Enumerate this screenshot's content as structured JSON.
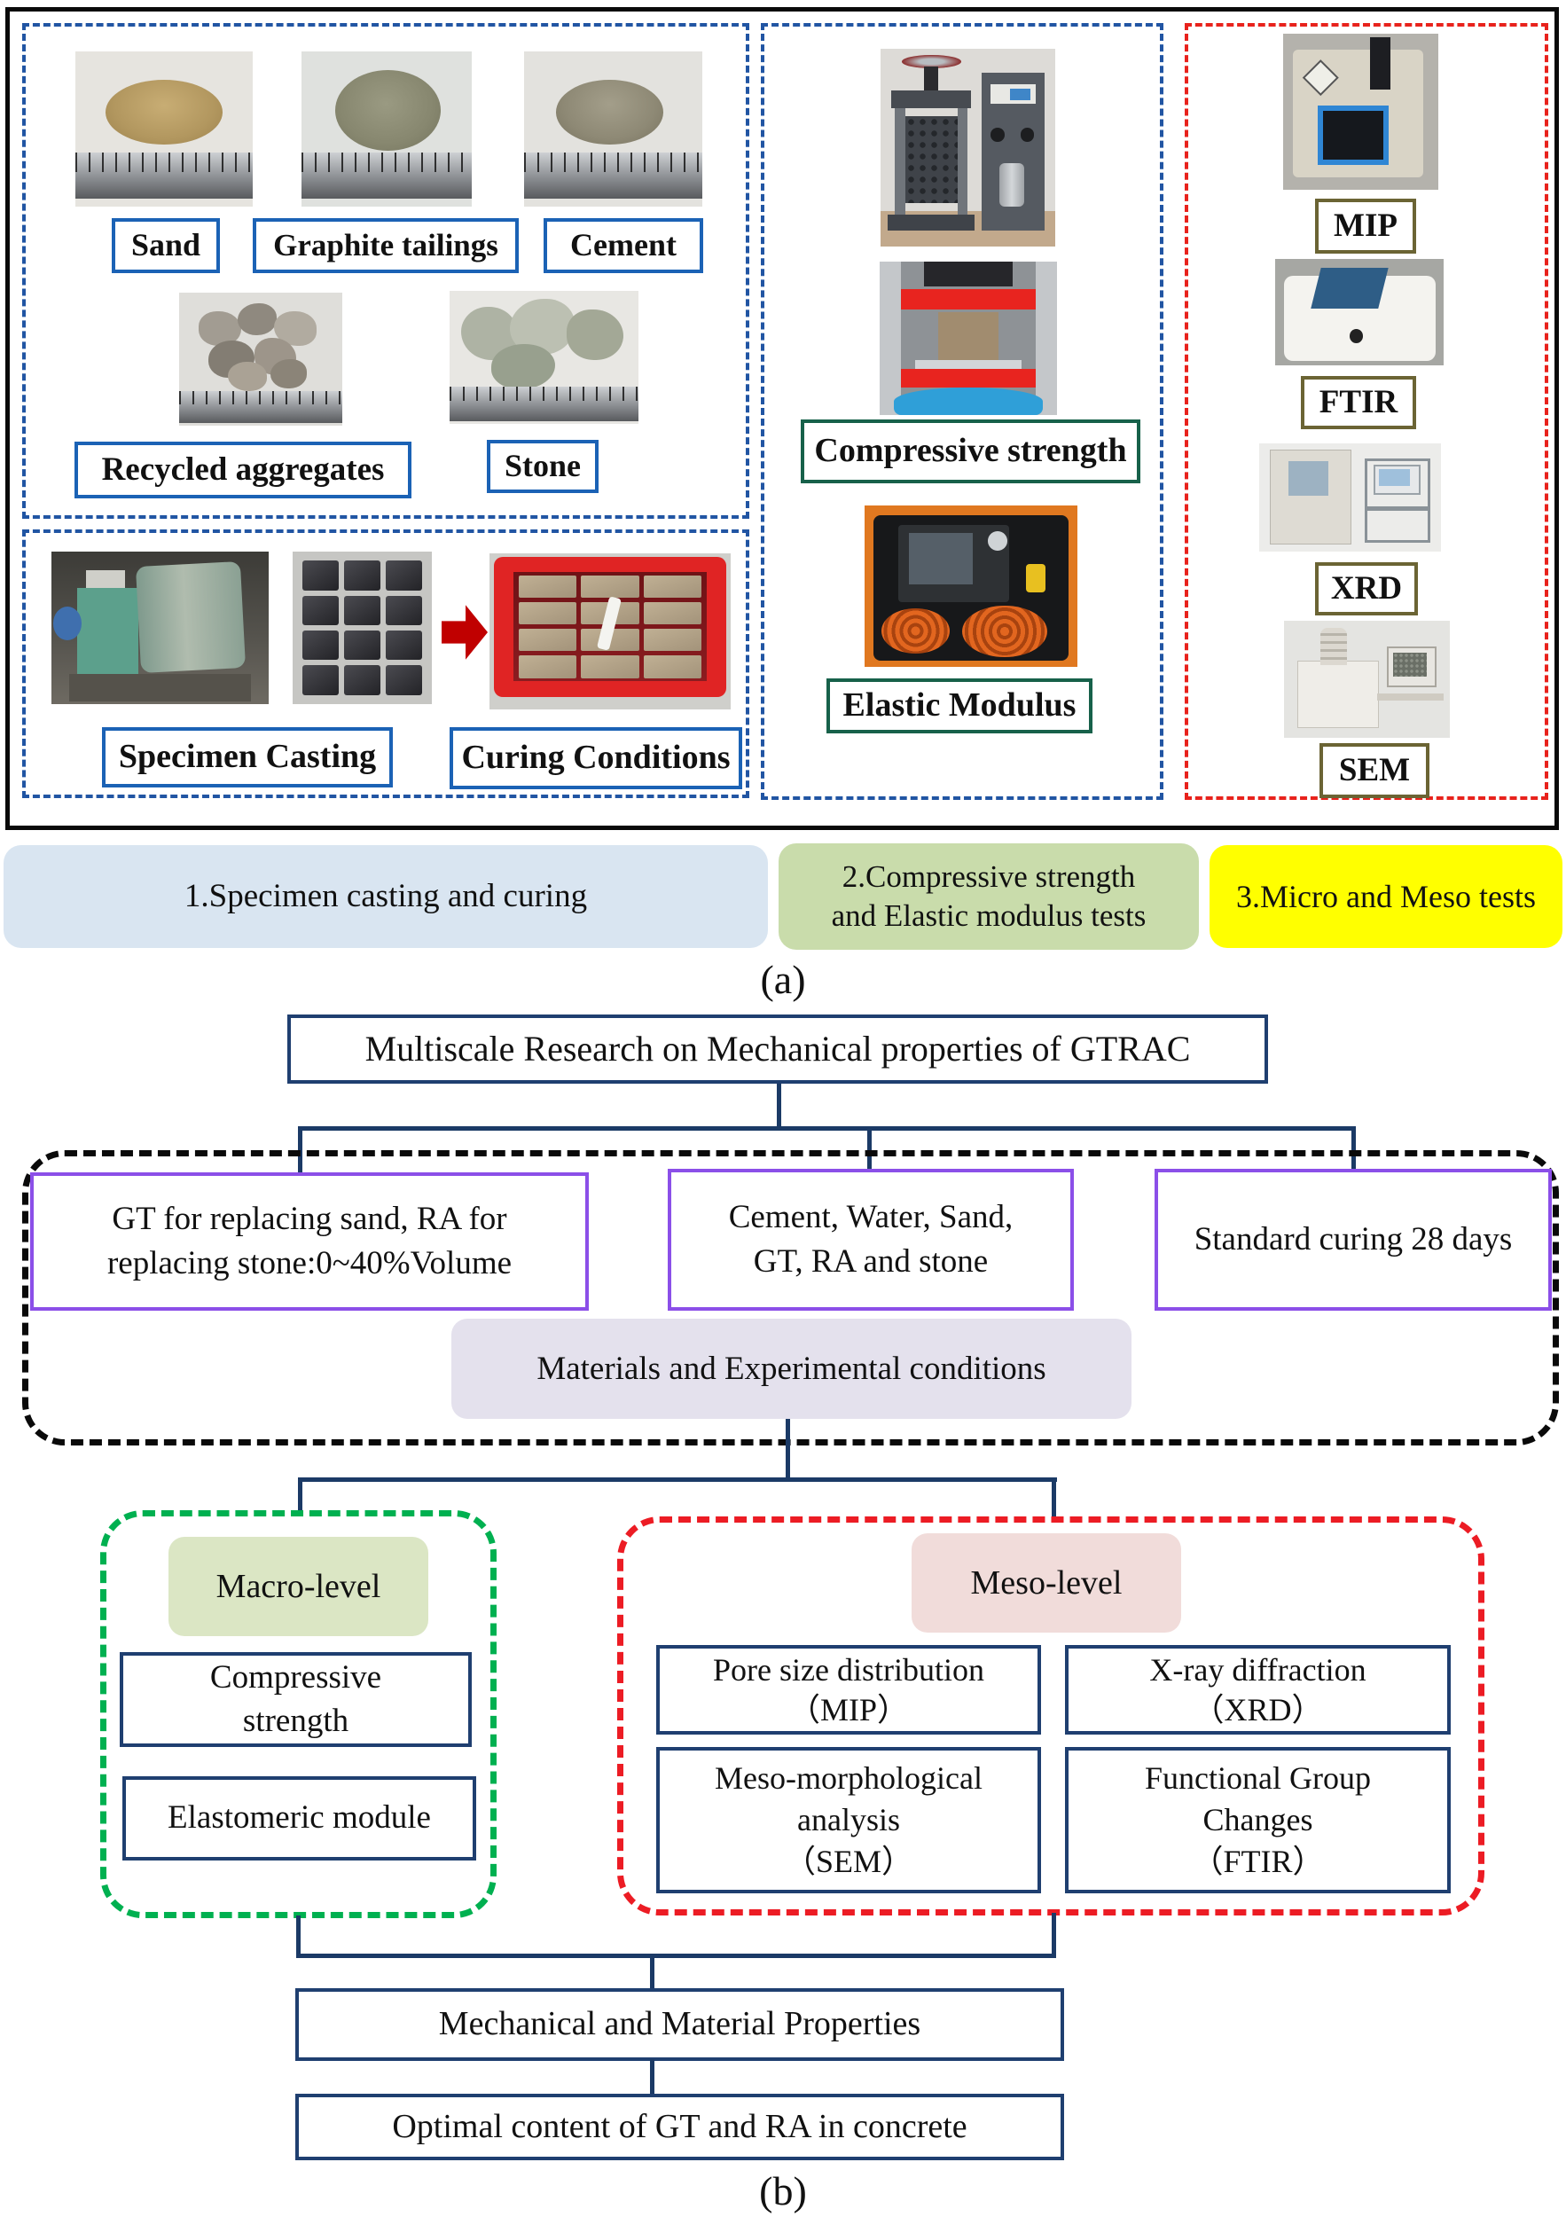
{
  "panel_a": {
    "caption": "(a)",
    "materials": {
      "sand": "Sand",
      "graphite": "Graphite tailings",
      "cement": "Cement",
      "recycled": "Recycled aggregates",
      "stone": "Stone"
    },
    "casting": {
      "specimen": "Specimen Casting",
      "curing": "Curing Conditions"
    },
    "tests": {
      "compressive": "Compressive strength",
      "elastic": "Elastic Modulus"
    },
    "micro": {
      "mip": "MIP",
      "ftir": "FTIR",
      "xrd": "XRD",
      "sem": "SEM"
    },
    "banners": {
      "step1": "1.Specimen casting and curing",
      "step2_line1": "2.Compressive strength",
      "step2_line2": "and Elastic modulus tests",
      "step3": "3.Micro and Meso tests"
    }
  },
  "panel_b": {
    "caption": "(b)",
    "title": "Multiscale Research on Mechanical properties of GTRAC",
    "conditions": {
      "gt_ra_line1": "GT for replacing sand, RA for",
      "gt_ra_line2": "replacing stone:0~40%Volume",
      "mix_line1": "Cement, Water, Sand,",
      "mix_line2": "GT, RA and stone",
      "curing": "Standard curing 28 days",
      "summary": "Materials and Experimental conditions"
    },
    "macro": {
      "chip": "Macro-level",
      "compressive_line1": "Compressive",
      "compressive_line2": "strength",
      "elastomeric": "Elastomeric module"
    },
    "meso": {
      "chip": "Meso-level",
      "mip_line1": "Pore size distribution",
      "mip_line2": "（MIP）",
      "xrd_line1": "X-ray diffraction",
      "xrd_line2": "（XRD）",
      "sem_line1": "Meso-morphological",
      "sem_line2": "analysis",
      "sem_line3": "（SEM）",
      "ftir_line1": "Functional Group",
      "ftir_line2": "Changes",
      "ftir_line3": "（FTIR）"
    },
    "results": {
      "mechanical": "Mechanical and Material Properties",
      "optimal": "Optimal content of GT and RA in concrete"
    }
  },
  "colors": {
    "panel_border": "#0a0a0a",
    "blue_dashed": "#2155a3",
    "red_dashed": "#e8221c",
    "green_dashed": "#00b050",
    "black_dashed": "#0a0a0a",
    "label_blue": "#1b62b5",
    "label_green": "#17614a",
    "label_olive": "#6b6434",
    "navy_border": "#1f3f70",
    "connector_navy": "#1b3a66",
    "purple_border": "#8b4fe8",
    "lavender_fill": "#e4e1ed",
    "macro_fill": "#dbe6c4",
    "meso_fill": "#f1dcda",
    "banner_blue": "#d9e5f1",
    "banner_green": "#c9dcab",
    "banner_yellow": "#ffff00",
    "arrow_red": "#c00000"
  }
}
